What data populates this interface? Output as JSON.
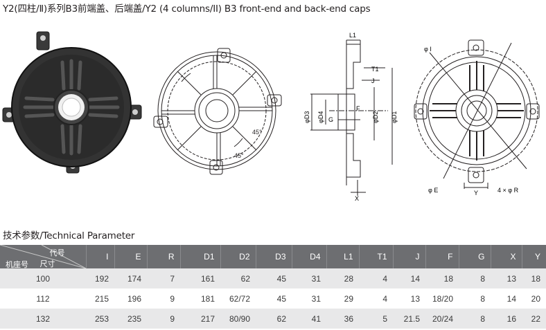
{
  "header": {
    "title": "Y2(四柱/Ⅱ)系列B3前端盖、后端盖/Y2 (4 columns/II) B3 front-end and back-end caps"
  },
  "drawing_labels": {
    "angle_top": "45°",
    "angle_bottom": "45°",
    "L1": "L1",
    "T1": "T1",
    "J": "J",
    "F": "F",
    "G": "G",
    "X": "X",
    "phiD3": "φD3",
    "phiD4": "φD4",
    "phiD2": "φD2",
    "phiD1": "φD1",
    "phiI": "φ I",
    "phiE": "φ E",
    "Y": "Y",
    "holes": "4 × φ R"
  },
  "section": {
    "title": "技术参数/Technical Parameter"
  },
  "table": {
    "corner_code": "代号",
    "corner_size": "尺寸",
    "corner_frame": "机座号",
    "columns": [
      "I",
      "E",
      "R",
      "D1",
      "D2",
      "D3",
      "D4",
      "L1",
      "T1",
      "J",
      "F",
      "G",
      "X",
      "Y"
    ],
    "rows": [
      {
        "frame": "100",
        "values": [
          "192",
          "174",
          "7",
          "161",
          "62",
          "45",
          "31",
          "28",
          "4",
          "14",
          "18",
          "8",
          "13",
          "18"
        ]
      },
      {
        "frame": "112",
        "values": [
          "215",
          "196",
          "9",
          "181",
          "62/72",
          "45",
          "31",
          "29",
          "4",
          "13",
          "18/20",
          "8",
          "14",
          "20"
        ]
      },
      {
        "frame": "132",
        "values": [
          "253",
          "235",
          "9",
          "217",
          "80/90",
          "62",
          "41",
          "36",
          "5",
          "21.5",
          "20/24",
          "8",
          "16",
          "22"
        ]
      }
    ]
  },
  "colors": {
    "header_bg": "#6d6e71",
    "row_shade": "#e8e8e9",
    "line": "#231f20",
    "cap_dark": "#2b2b2b"
  }
}
